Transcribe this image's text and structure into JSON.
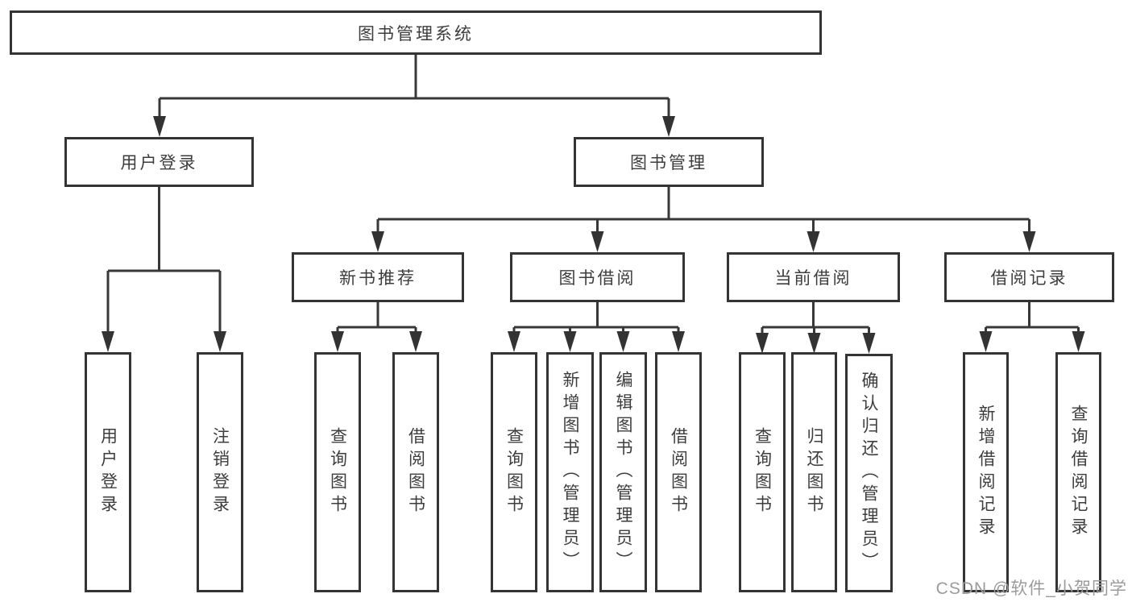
{
  "diagram": {
    "root": "图书管理系统",
    "branches": {
      "user_login": "用户登录",
      "book_mgmt": "图书管理"
    },
    "modules": {
      "new_book_rec": "新书推荐",
      "book_borrow": "图书借阅",
      "current_borrow": "当前借阅",
      "borrow_records": "借阅记录"
    },
    "leaves": {
      "user_login": "用户登录",
      "logout": "注销登录",
      "rec_query": "查询图书",
      "rec_borrow": "借阅图书",
      "bb_query": "查询图书",
      "bb_add": "新增图书（管理员）",
      "bb_edit": "编辑图书（管理员）",
      "bb_borrow": "借阅图书",
      "cb_query": "查询图书",
      "cb_return": "归还图书",
      "cb_confirm": "确认归还（管理员）",
      "br_add": "新增借阅记录",
      "br_query": "查询借阅记录"
    }
  },
  "watermark": "CSDN @软件_小贺同学",
  "colors": {
    "line": "#383838",
    "text": "#3d3d3d",
    "watermark": "#9b9b9b"
  }
}
